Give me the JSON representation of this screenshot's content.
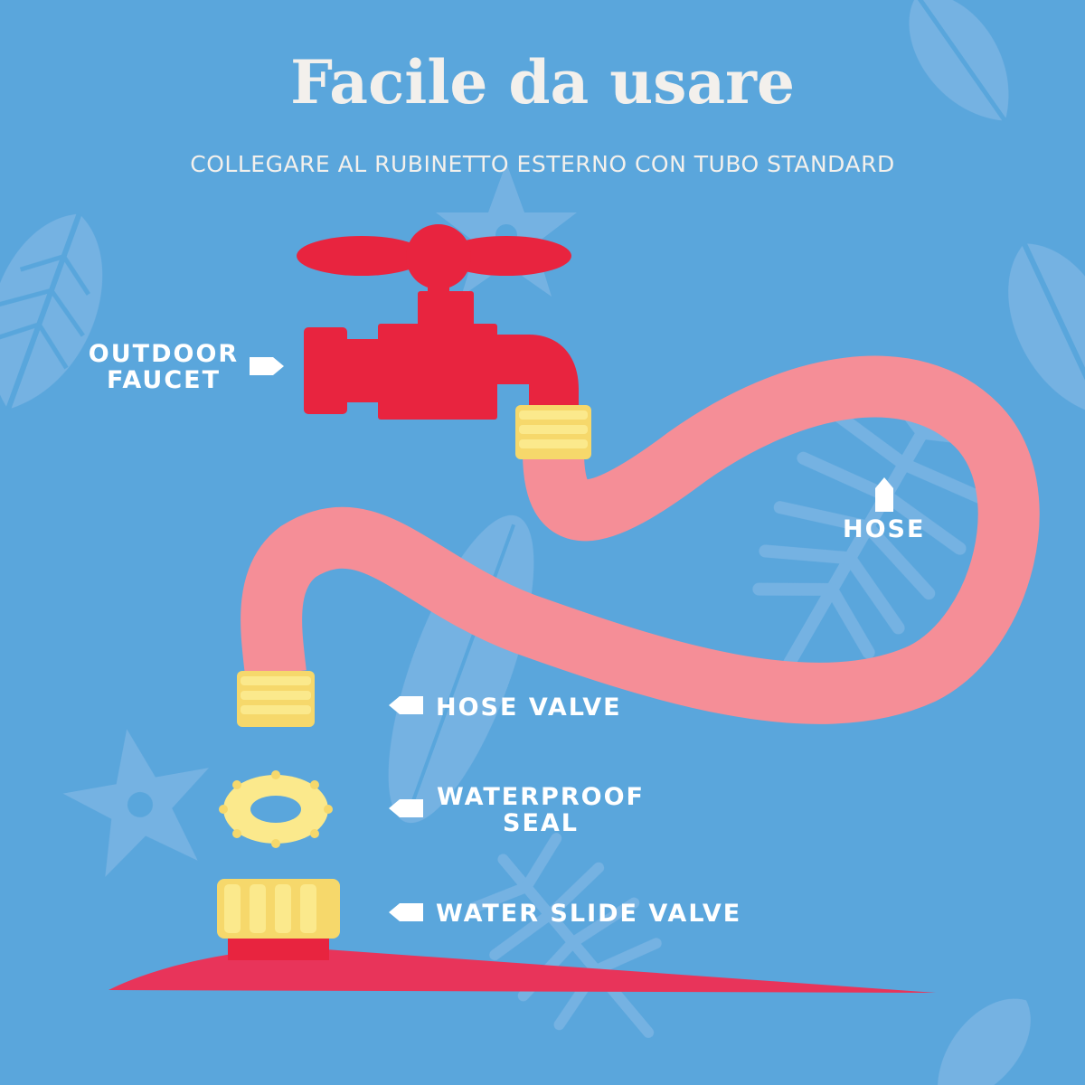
{
  "header": {
    "title": "Facile da usare",
    "subtitle": "COLLEGARE AL RUBINETTO ESTERNO CON TUBO STANDARD"
  },
  "labels": {
    "outdoor_faucet": [
      "OUTDOOR",
      "FAUCET"
    ],
    "hose": "HOSE",
    "hose_valve": "HOSE VALVE",
    "waterproof_seal": [
      "WATERPROOF",
      "SEAL"
    ],
    "water_slide_valve": "WATER SLIDE VALVE"
  },
  "colors": {
    "background": "#5aa6dc",
    "faucet_red": "#e8243f",
    "hose_pink": "#f58e97",
    "connector_yellow": "#fbe98c",
    "text": "#ffffff"
  }
}
